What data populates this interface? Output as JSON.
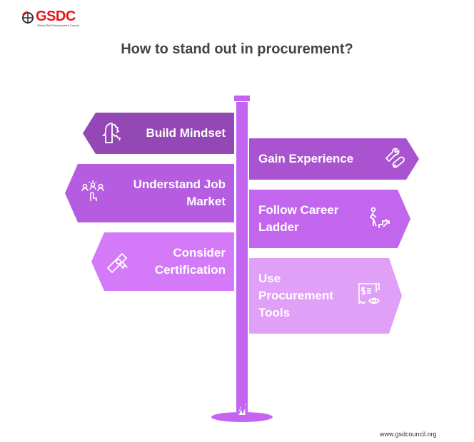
{
  "logo": {
    "text": "GSDC",
    "subtitle": "Global Skill Development Council"
  },
  "title": "How to stand out in procurement?",
  "signs": [
    {
      "label": "Build Mindset",
      "icon": "mindset-head-gear-icon",
      "color": "#9448B5"
    },
    {
      "label": "Gain Experience",
      "icon": "wrench-tools-icon",
      "color": "#A953D0"
    },
    {
      "label": "Understand Job Market",
      "icon": "people-selection-icon",
      "color": "#B55CE0"
    },
    {
      "label": "Follow Career Ladder",
      "icon": "person-climbing-stairs-icon",
      "color": "#C366EE"
    },
    {
      "label": "Consider Certification",
      "icon": "diploma-scroll-icon",
      "color": "#D47AF8"
    },
    {
      "label": "Use Procurement Tools",
      "icon": "invoice-eye-icon",
      "color": "#E0A0F8"
    }
  ],
  "footer": "www.gsdcouncil.org"
}
